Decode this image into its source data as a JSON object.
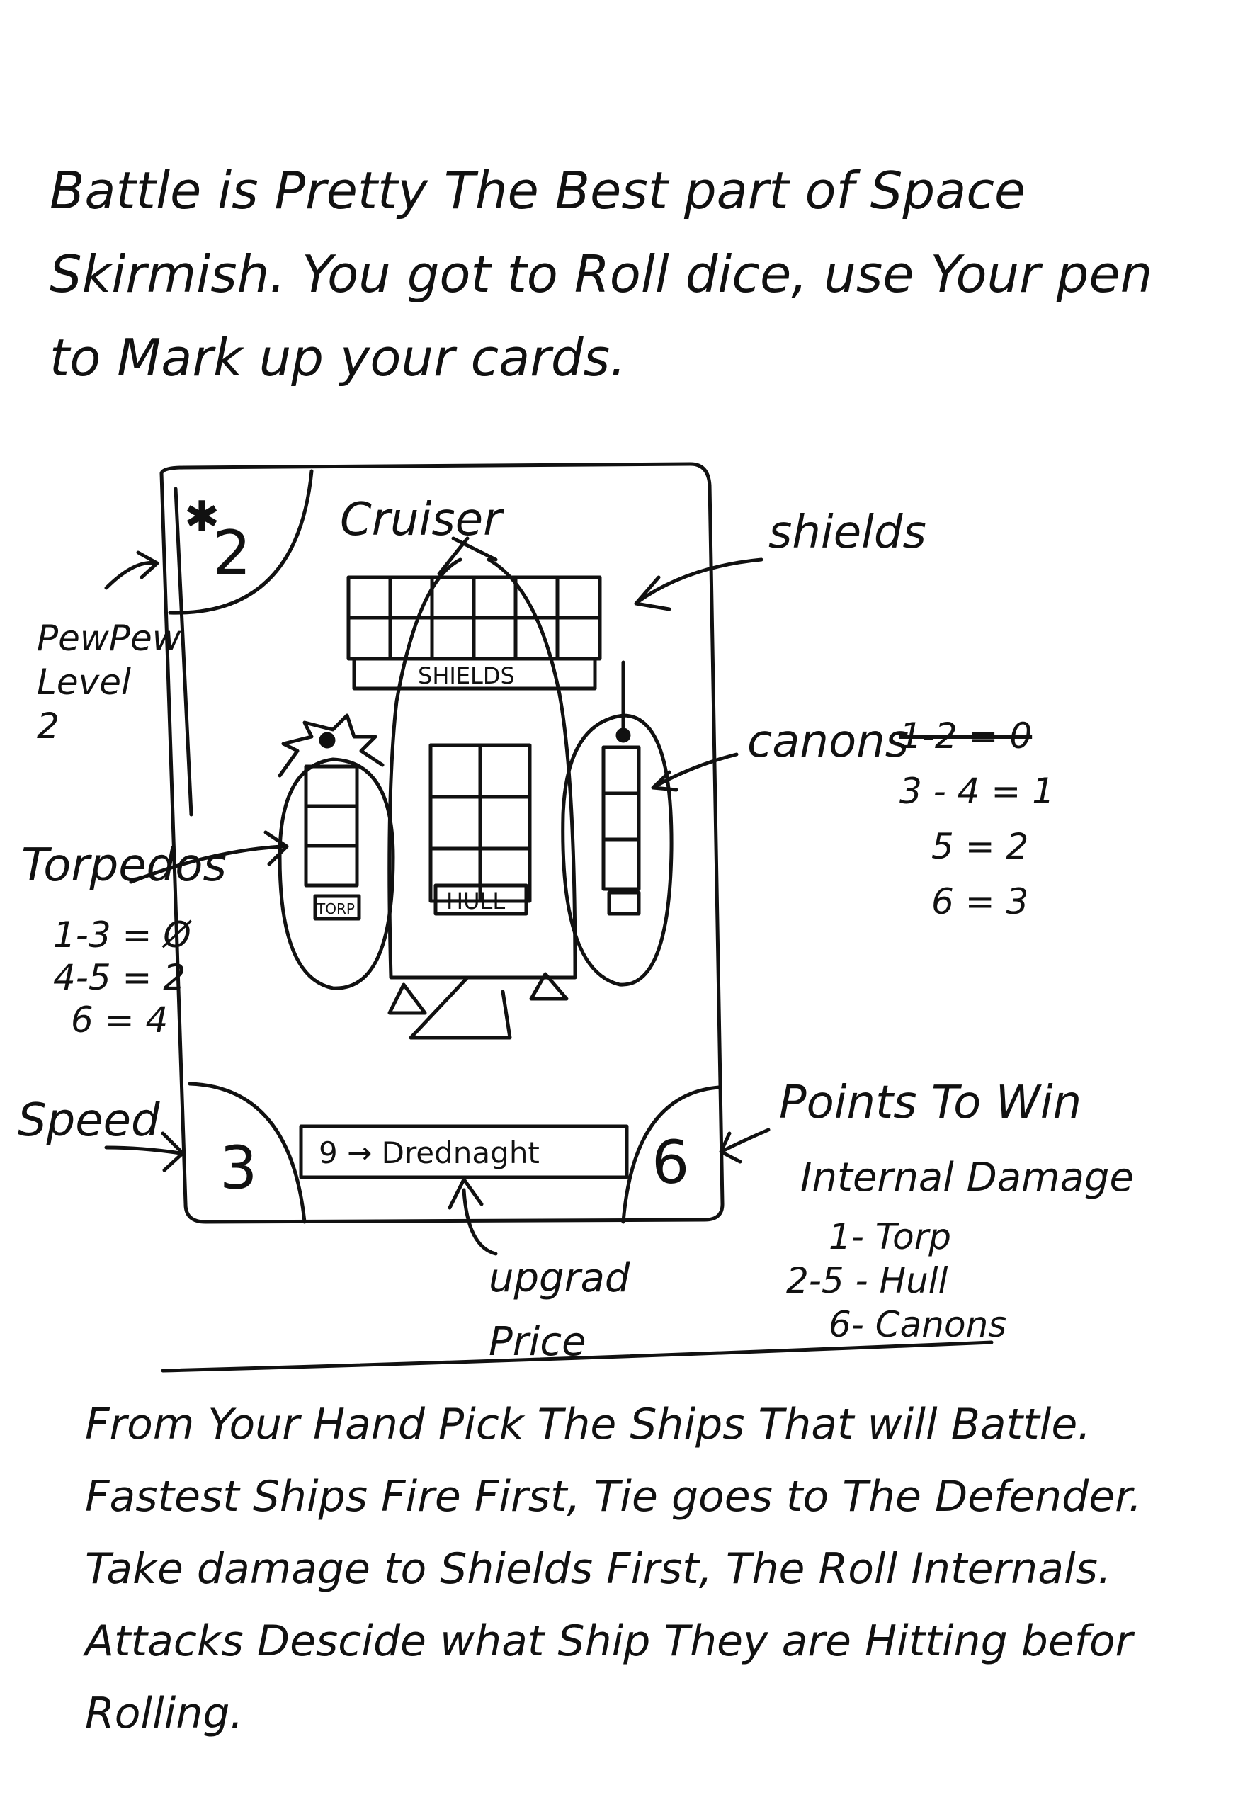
{
  "intro_text": "Battle is Pretty The Best part of Space Skirmish. You got to Roll dice, use Your pen to Mark up your cards.",
  "card": {
    "ship_name": "Cruiser",
    "pewpew_level_value": "2",
    "shields_label": "SHIELDS",
    "hull_label": "HULL",
    "torp_label": "TORP",
    "speed_value": "3",
    "points_value": "6",
    "upgrade_text": "9 → Drednaght"
  },
  "annotations": {
    "pewpew_label": "PewPew Level 2",
    "shields": "shields",
    "cannons": "canons",
    "cannons_table": [
      "1-2 = 0",
      "3 - 4 = 1",
      "5 = 2",
      "6 = 3"
    ],
    "torpedos": "Torpedos",
    "torpedos_table": [
      "1-3 = Ø",
      "4-5 = 2",
      "6 = 4"
    ],
    "speed": "Speed",
    "upgrade_price": "upgrad Price",
    "points_to_win": "Points To Win",
    "internal_damage_title": "Internal Damage",
    "internal_damage_table": [
      "1- Torp",
      "2-5 - Hull",
      "6- Canons"
    ]
  },
  "rules_text": "From Your Hand Pick The Ships That will Battle. Fastest Ships Fire First, Tie goes to The Defender. Take damage to Shields First, The Roll Internals. Attacks Descide what Ship They are Hitting befor Rolling."
}
